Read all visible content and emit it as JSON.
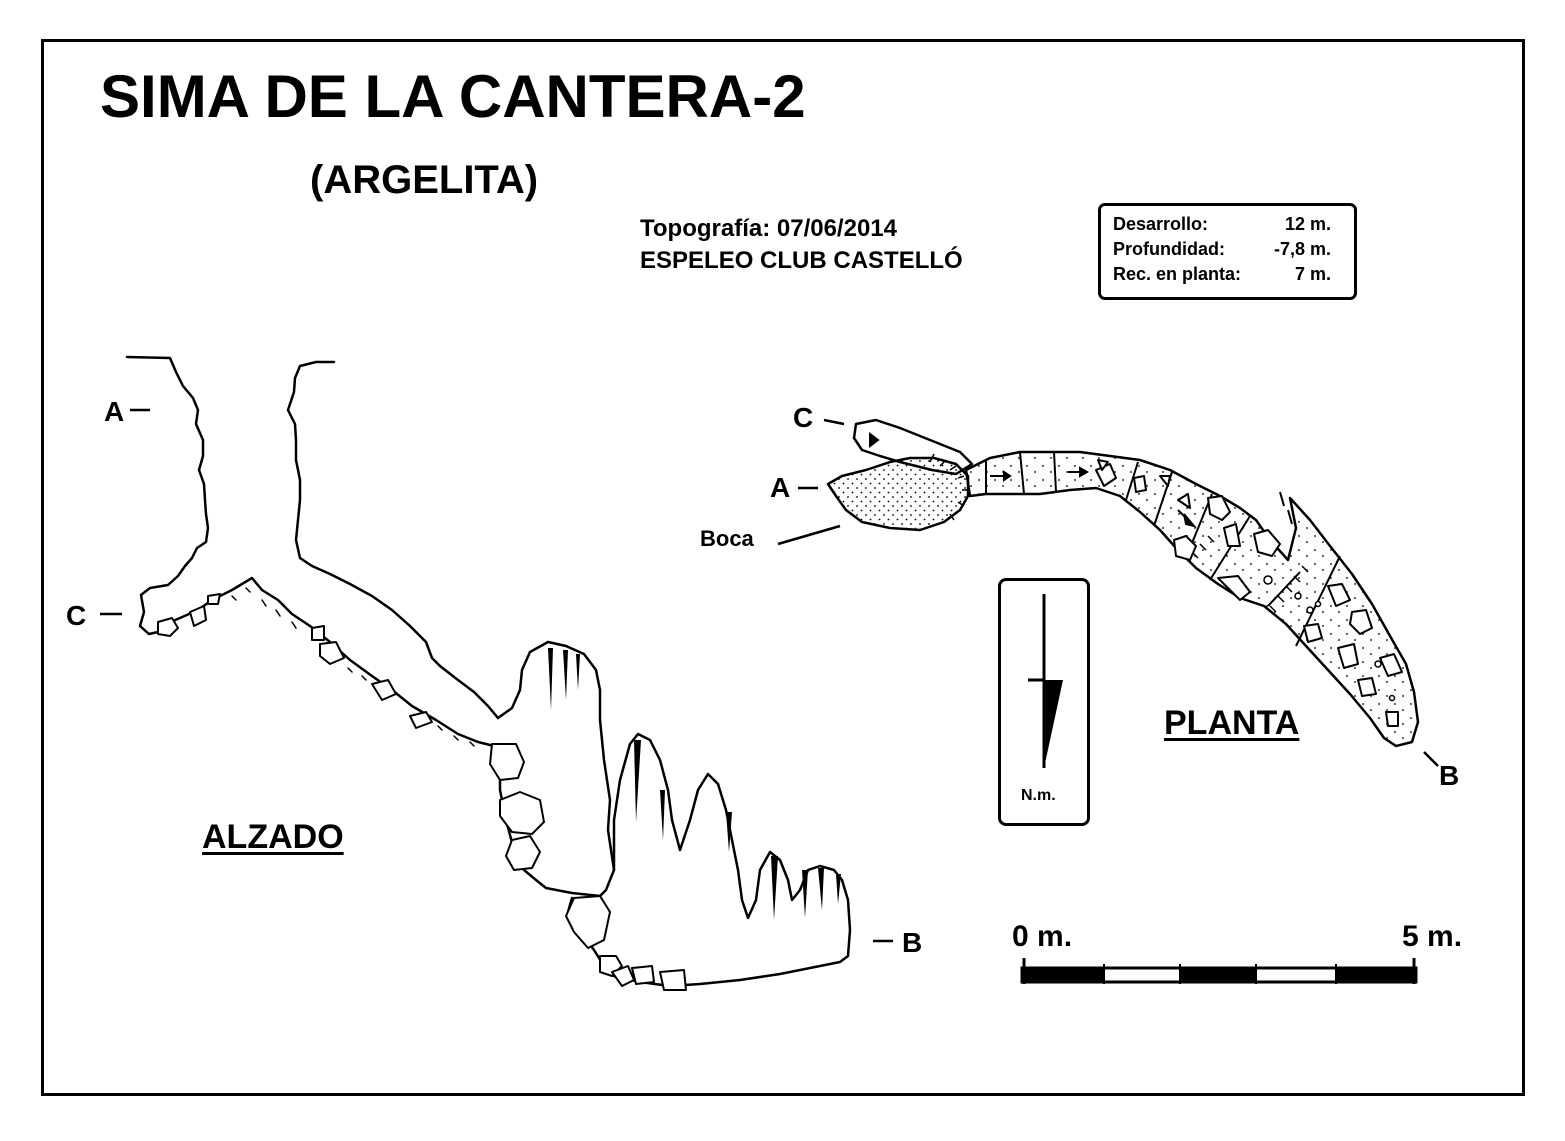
{
  "title": "SIMA DE LA CANTERA-2",
  "subtitle": "(ARGELITA)",
  "survey": {
    "date_line": "Topografía: 07/06/2014",
    "club": "ESPELEO CLUB CASTELLÓ"
  },
  "stats": [
    {
      "label": "Desarrollo:",
      "value": "12 m."
    },
    {
      "label": "Profundidad:",
      "value": "-7,8 m."
    },
    {
      "label": "Rec. en planta:",
      "value": "7 m."
    }
  ],
  "elevation": {
    "label": "ALZADO",
    "points": {
      "a": "A",
      "c": "C",
      "b": "B"
    }
  },
  "plan": {
    "label": "PLANTA",
    "entrance": "Boca",
    "points": {
      "c": "C",
      "a": "A",
      "b": "B"
    }
  },
  "north_arrow": {
    "label": "N.m."
  },
  "scale_bar": {
    "start": "0 m.",
    "end": "5 m."
  },
  "colors": {
    "ink": "#000000",
    "paper": "#ffffff"
  }
}
